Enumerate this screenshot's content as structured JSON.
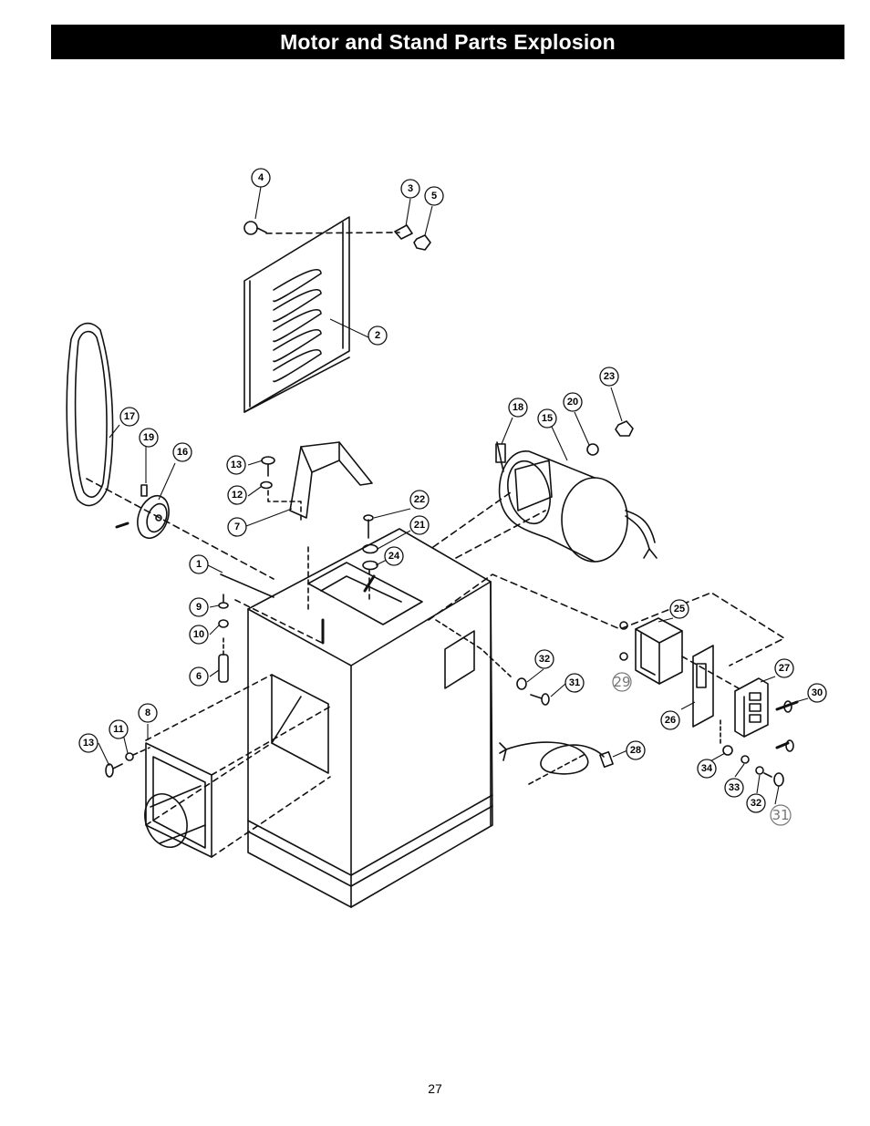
{
  "header": {
    "title": "Motor and Stand Parts Explosion"
  },
  "footer": {
    "page_number": "27"
  },
  "callouts": {
    "c1": "1",
    "c2": "2",
    "c3": "3",
    "c4": "4",
    "c5": "5",
    "c6": "6",
    "c7": "7",
    "c8": "8",
    "c9": "9",
    "c10": "10",
    "c11": "11",
    "c12": "12",
    "c13a": "13",
    "c13b": "13",
    "c15": "15",
    "c16": "16",
    "c17": "17",
    "c18": "18",
    "c19": "19",
    "c20": "20",
    "c21": "21",
    "c22": "22",
    "c23": "23",
    "c24": "24",
    "c25": "25",
    "c26": "26",
    "c27": "27",
    "c28": "28",
    "c29": "29",
    "c30": "30",
    "c31a": "31",
    "c31b": "31",
    "c32a": "32",
    "c32b": "32",
    "c33": "33",
    "c34": "34"
  }
}
